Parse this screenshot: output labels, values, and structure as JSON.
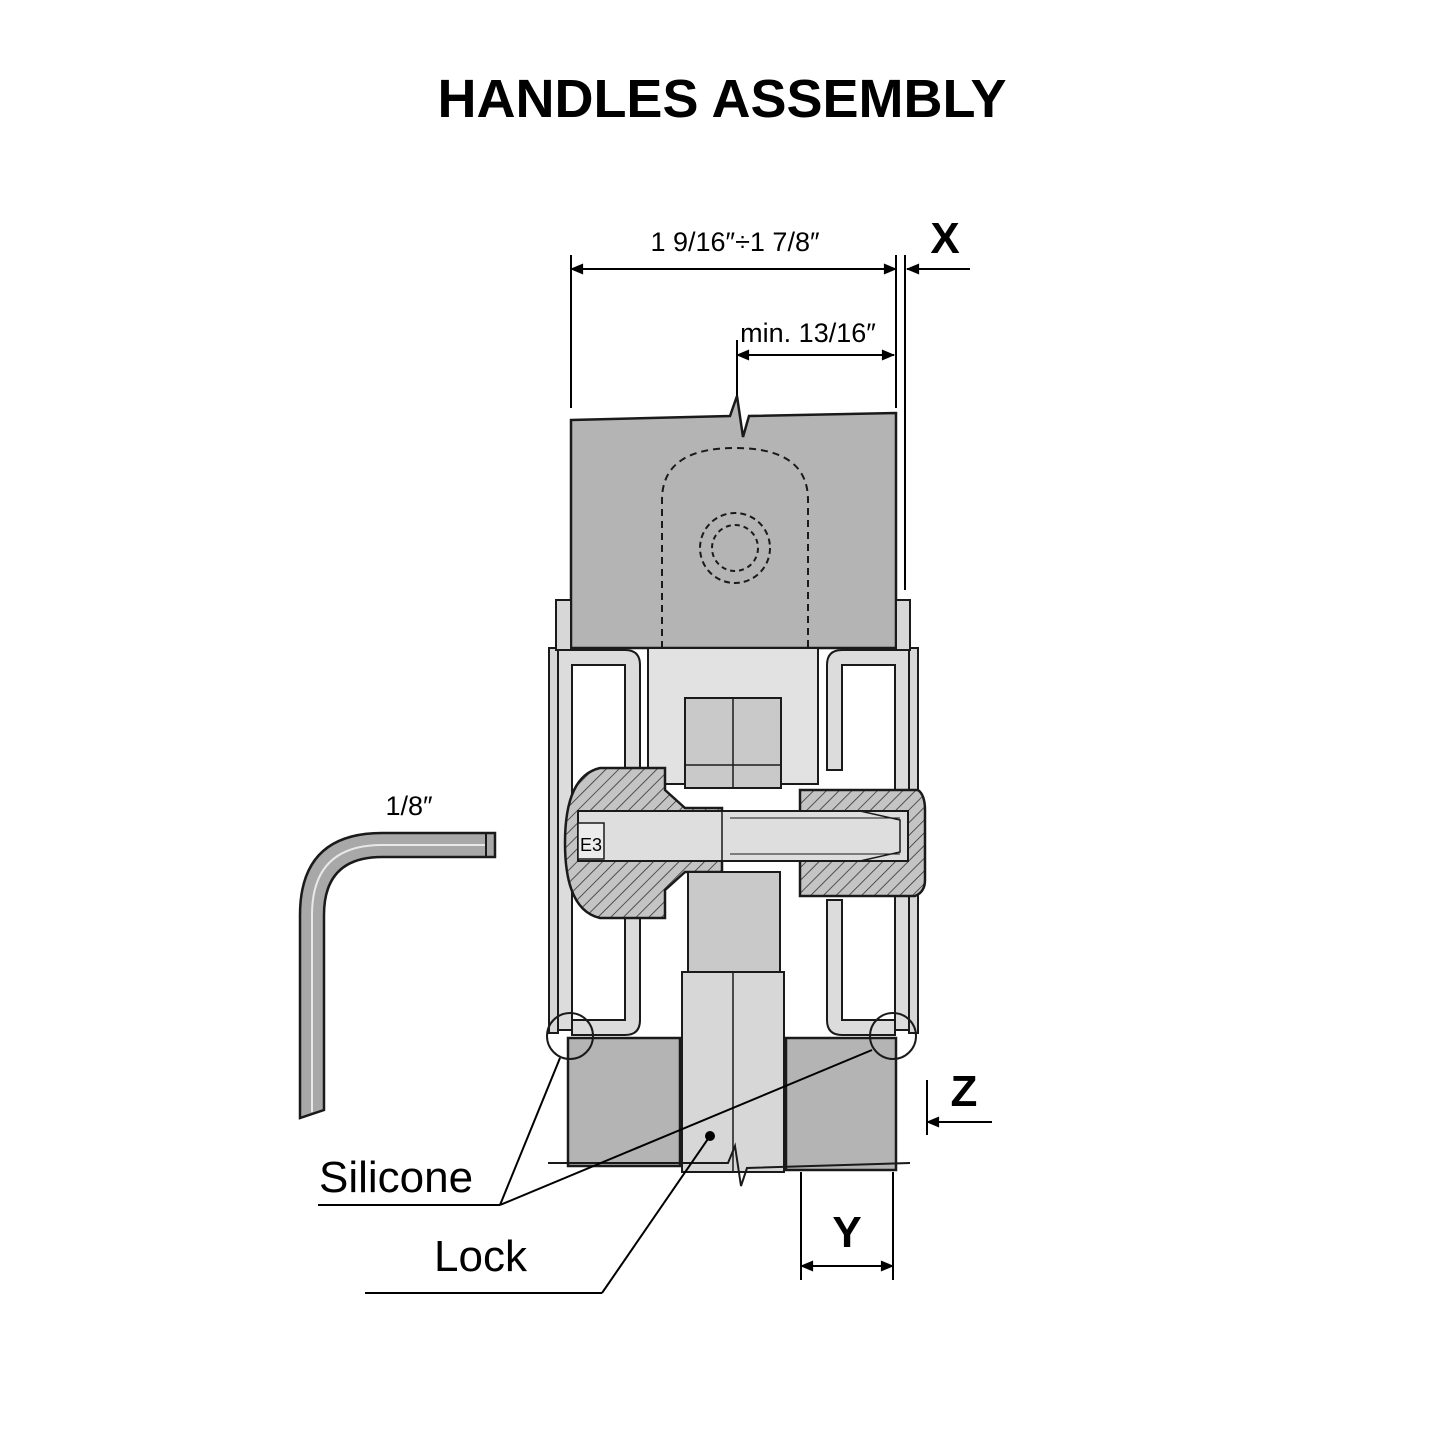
{
  "title": "HANDLES ASSEMBLY",
  "dimensions": {
    "overall": "1 9/16″÷1 7/8″",
    "min_depth": "min. 13/16″",
    "hex_key": "1/8″",
    "x": "X",
    "y": "Y",
    "z": "Z"
  },
  "callouts": {
    "silicone": "Silicone",
    "lock": "Lock"
  },
  "colors": {
    "part_fill": "#b4b4b4",
    "light_fill": "#d7d7d7",
    "outline": "#1a1a1a",
    "background": "#ffffff"
  }
}
